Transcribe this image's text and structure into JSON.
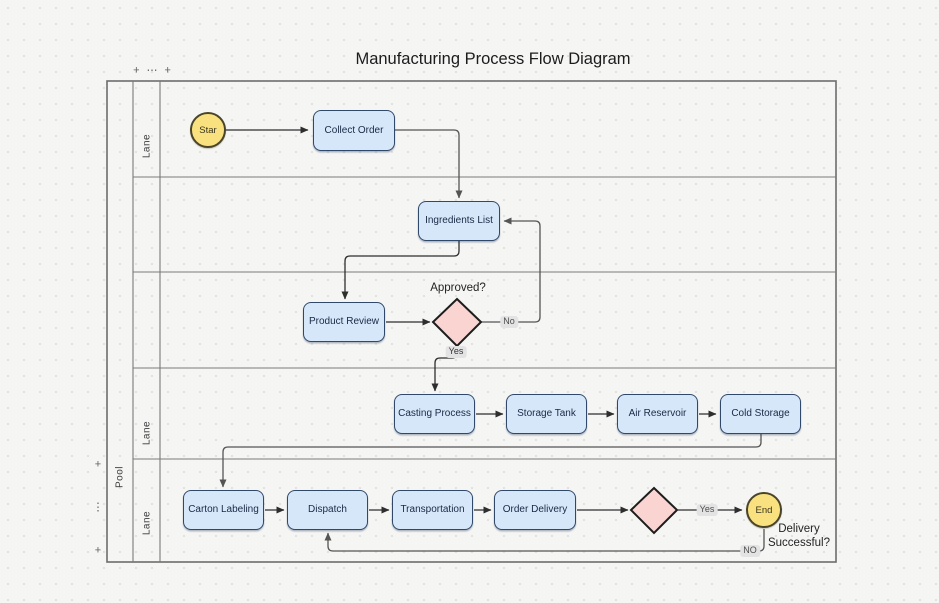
{
  "title": "Manufacturing Process Flow Diagram",
  "pool": {
    "label": "Pool",
    "lanes": [
      {
        "label": "Lane"
      },
      {
        "label": ""
      },
      {
        "label": ""
      },
      {
        "label": "Lane"
      },
      {
        "label": "Lane"
      }
    ]
  },
  "controls": {
    "top": [
      "+",
      "⋯",
      "+"
    ],
    "left": [
      "+",
      "⋮",
      "+"
    ]
  },
  "nodes": {
    "start": "Star",
    "collect_order": "Collect Order",
    "ingredients_list": "Ingredients List",
    "product_review": "Product Review",
    "casting_process": "Casting Process",
    "storage_tank": "Storage Tank",
    "air_reservoir": "Air Reservoir",
    "cold_storage": "Cold Storage",
    "carton_labeling": "Carton Labeling",
    "dispatch": "Dispatch",
    "transportation": "Transportation",
    "order_delivery": "Order Delivery",
    "end": "End"
  },
  "labels": {
    "approved": "Approved?",
    "delivery_successful": "Delivery Successful?"
  },
  "edge_labels": {
    "no": "No",
    "yes": "Yes",
    "yes2": "Yes",
    "no2": "NO"
  },
  "edges": [
    {
      "from": "Star",
      "to": "Collect Order"
    },
    {
      "from": "Collect Order",
      "to": "Ingredients List"
    },
    {
      "from": "Ingredients List",
      "to": "Product Review"
    },
    {
      "from": "Product Review",
      "to": "Approved?"
    },
    {
      "from": "Approved?",
      "to": "Ingredients List",
      "label": "No"
    },
    {
      "from": "Approved?",
      "to": "Casting Process",
      "label": "Yes"
    },
    {
      "from": "Casting Process",
      "to": "Storage Tank"
    },
    {
      "from": "Storage Tank",
      "to": "Air Reservoir"
    },
    {
      "from": "Air Reservoir",
      "to": "Cold Storage"
    },
    {
      "from": "Cold Storage",
      "to": "Carton Labeling"
    },
    {
      "from": "Carton Labeling",
      "to": "Dispatch"
    },
    {
      "from": "Dispatch",
      "to": "Transportation"
    },
    {
      "from": "Transportation",
      "to": "Order Delivery"
    },
    {
      "from": "Order Delivery",
      "to": "Delivery Successful?"
    },
    {
      "from": "Delivery Successful?",
      "to": "End",
      "label": "Yes"
    },
    {
      "from": "End",
      "to": "Dispatch",
      "label": "NO"
    }
  ],
  "colors": {
    "task_fill": "#d7e7fa",
    "task_border": "#30496b",
    "event_fill": "#f9e17f",
    "decision_fill": "#fad4d1",
    "decision_border": "#1d1d1d",
    "lane_border": "#6d6d6d",
    "canvas_bg": "#f5f5f4"
  }
}
